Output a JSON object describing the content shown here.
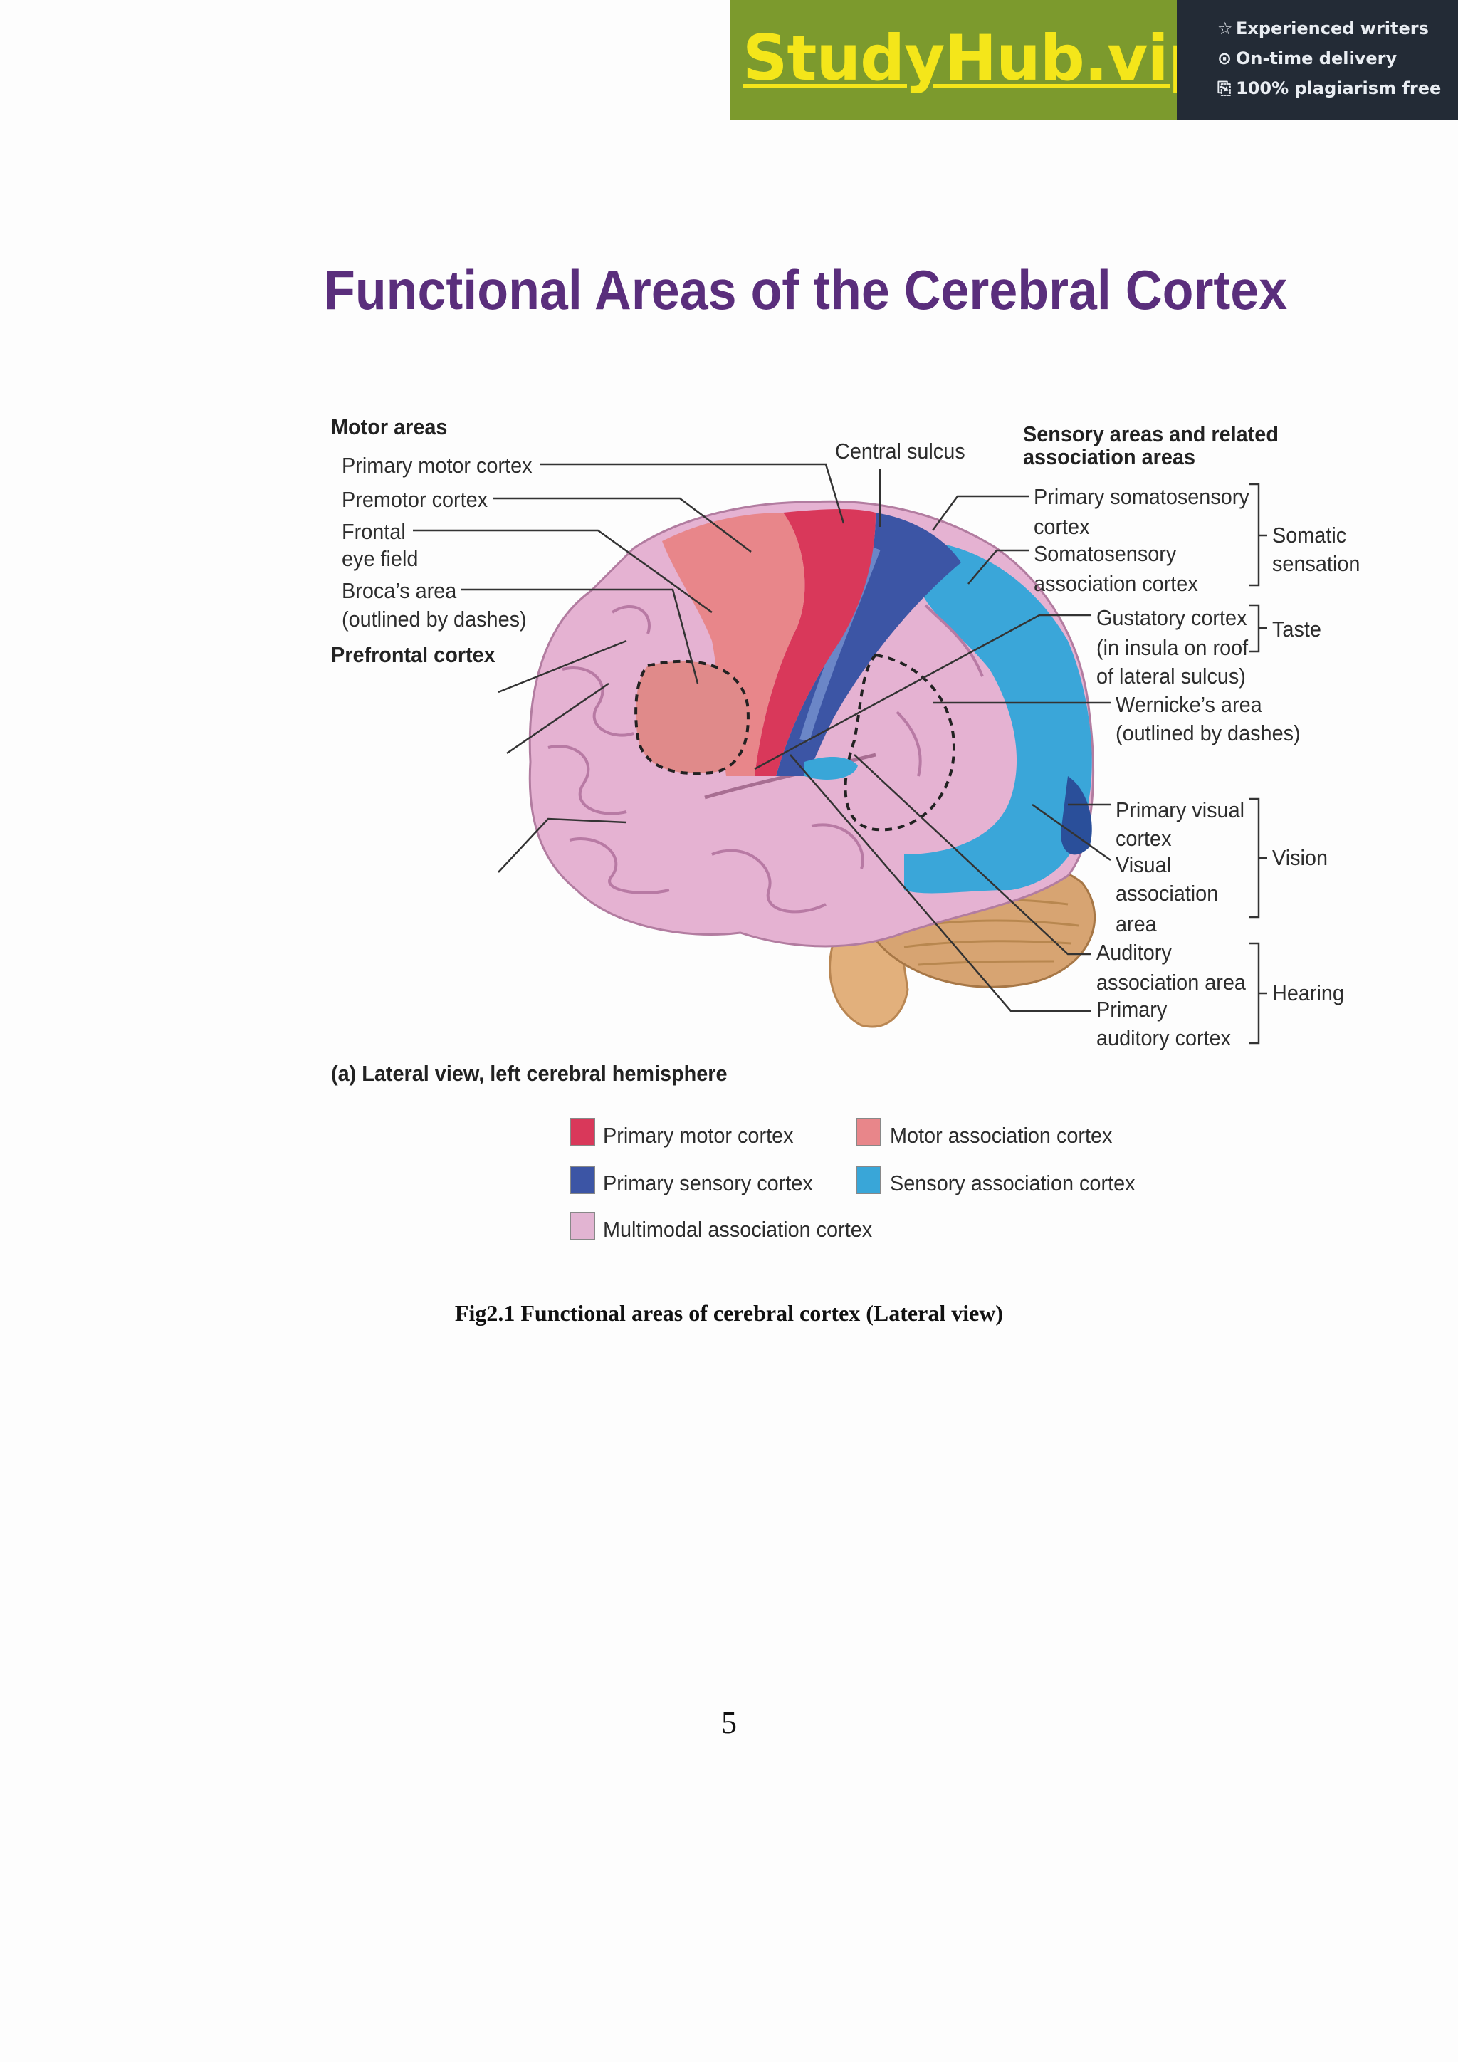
{
  "banner": {
    "brand": "StudyHub.vip",
    "features": [
      {
        "icon": "star-icon",
        "text": "Experienced writers"
      },
      {
        "icon": "clock-icon",
        "text": "On-time delivery"
      },
      {
        "icon": "document-copy-icon",
        "text": "100% plagiarism free"
      }
    ]
  },
  "figure": {
    "title": "Functional Areas of the Cerebral Cortex",
    "motor_heading": "Motor areas",
    "motor_labels": {
      "primary_motor": "Primary motor cortex",
      "premotor": "Premotor cortex",
      "frontal_eye_1": "Frontal",
      "frontal_eye_2": "eye field",
      "broca_1": "Broca’s area",
      "broca_2": "(outlined by dashes)"
    },
    "prefrontal": "Prefrontal cortex",
    "central_sulcus": "Central sulcus",
    "sensory_heading_1": "Sensory areas and related",
    "sensory_heading_2": "association areas",
    "sensory_labels": {
      "primary_somato_1": "Primary somatosensory",
      "primary_somato_2": "cortex",
      "somato_assoc_1": "Somatosensory",
      "somato_assoc_2": "association cortex",
      "gustatory_1": "Gustatory cortex",
      "gustatory_2": "(in insula on roof",
      "gustatory_3": "of lateral sulcus)",
      "wernicke_1": "Wernicke’s area",
      "wernicke_2": "(outlined by dashes)",
      "primary_visual_1": "Primary visual",
      "primary_visual_2": "cortex",
      "visual_assoc_1": "Visual",
      "visual_assoc_2": "association",
      "visual_assoc_3": "area",
      "auditory_assoc_1": "Auditory",
      "auditory_assoc_2": "association area",
      "primary_auditory_1": "Primary",
      "primary_auditory_2": "auditory cortex"
    },
    "groups": {
      "somatic_1": "Somatic",
      "somatic_2": "sensation",
      "taste": "Taste",
      "vision": "Vision",
      "hearing": "Hearing"
    },
    "view_label": "(a) Lateral view, left cerebral hemisphere",
    "legend": [
      {
        "label": "Primary motor cortex",
        "color": "#d9385a"
      },
      {
        "label": "Motor association cortex",
        "color": "#e8868a"
      },
      {
        "label": "Primary sensory cortex",
        "color": "#3c55a5"
      },
      {
        "label": "Sensory association cortex",
        "color": "#39a6d8"
      },
      {
        "label": "Multimodal association cortex",
        "color": "#e2b4d2"
      }
    ]
  },
  "caption": "Fig2.1 Functional areas of cerebral cortex (Lateral view)",
  "page_number": "5"
}
